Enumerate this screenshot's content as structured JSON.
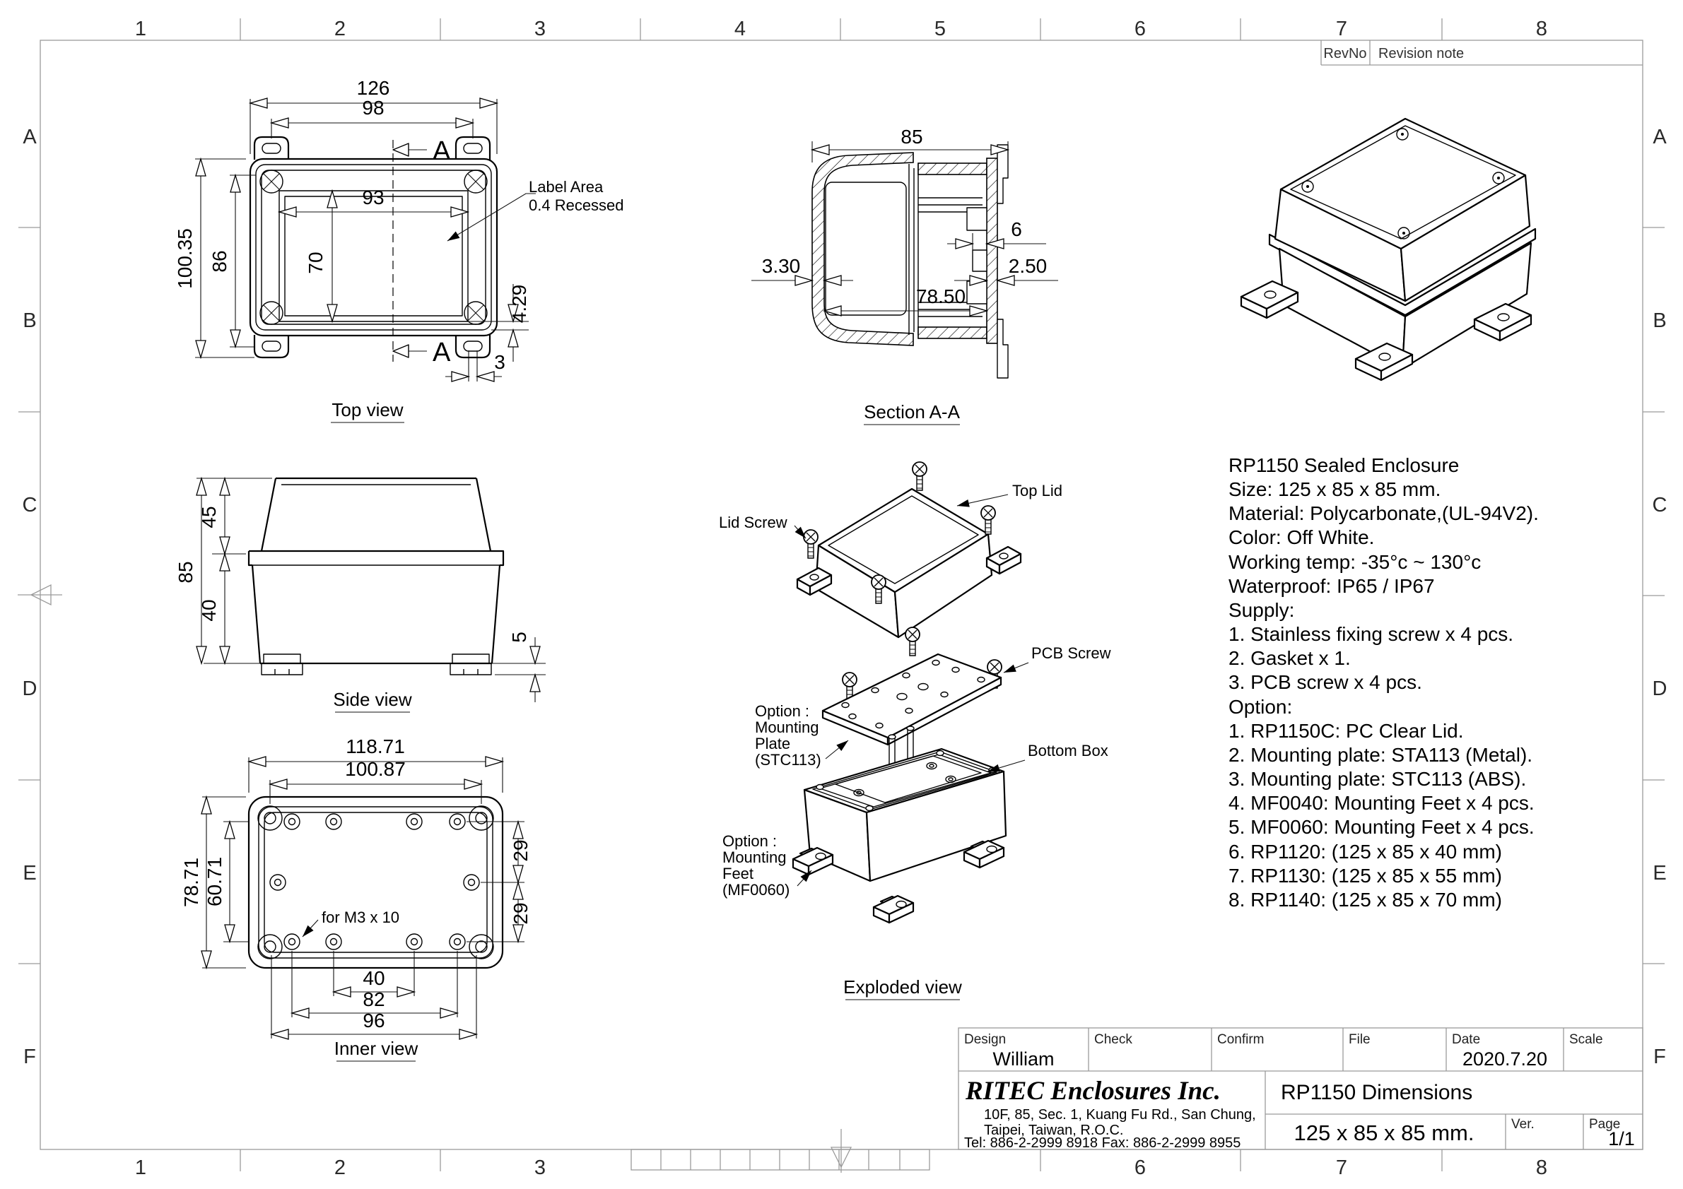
{
  "sheet": {
    "zone_numbers": [
      "1",
      "2",
      "3",
      "4",
      "5",
      "6",
      "7",
      "8"
    ],
    "zone_numbers_bottom": [
      "1",
      "2",
      "3",
      "6",
      "7",
      "8"
    ],
    "zone_letters": [
      "A",
      "B",
      "C",
      "D",
      "E",
      "F"
    ],
    "rev_no_label": "RevNo",
    "revision_note_label": "Revision note"
  },
  "top_view": {
    "caption": "Top view",
    "dim_overall_width": "126",
    "dim_hole_spacing": "98",
    "dim_label_width": "93",
    "dim_label_height": "70",
    "dim_overall_depth": "100.35",
    "dim_body_depth": "86",
    "dim_recess_step": "4.29",
    "dim_slot": "3",
    "section_letter": "A",
    "label_area_line1": "Label Area",
    "label_area_line2": "0.4 Recessed"
  },
  "section_view": {
    "caption": "Section A-A",
    "dim_depth": "85",
    "dim_lip": "6",
    "dim_lid_wall": "3.30",
    "dim_box_wall": "2.50",
    "dim_inner_depth": "78.50"
  },
  "side_view": {
    "caption": "Side view",
    "dim_total_height": "85",
    "dim_lid_height": "45",
    "dim_body_height": "40",
    "dim_foot_height": "5"
  },
  "inner_view": {
    "caption": "Inner view",
    "dim_outer_width": "118.71",
    "dim_boss_width": "100.87",
    "dim_outer_height": "78.71",
    "dim_boss_height": "60.71",
    "dim_row_top": "29",
    "dim_row_bottom": "29",
    "dim_center_spacing": "40",
    "dim_mid_spacing": "82",
    "dim_outer_spacing": "96",
    "note_thread": "for M3 x 10"
  },
  "exploded_view": {
    "caption": "Exploded view",
    "label_lid_screw": "Lid Screw",
    "label_top_lid": "Top Lid",
    "label_pcb_screw": "PCB Screw",
    "label_bottom_box": "Bottom Box",
    "plate_option_line1": "Option :",
    "plate_option_line2": "Mounting",
    "plate_option_line3": "Plate",
    "plate_option_line4": "(STC113)",
    "feet_option_line1": "Option :",
    "feet_option_line2": "Mounting",
    "feet_option_line3": "Feet",
    "feet_option_line4": "(MF0060)"
  },
  "specs": {
    "lines": [
      "RP1150 Sealed Enclosure",
      "Size: 125 x 85 x 85 mm.",
      "Material: Polycarbonate,(UL-94V2).",
      "Color: Off White.",
      "Working temp: -35°c ~ 130°c",
      "Waterproof: IP65 / IP67",
      "Supply:",
      "1. Stainless fixing screw x 4 pcs.",
      "2. Gasket x 1.",
      "3. PCB screw x 4 pcs.",
      "Option:",
      "1. RP1150C: PC Clear Lid.",
      "2. Mounting plate: STA113 (Metal).",
      "3. Mounting plate: STC113 (ABS).",
      "4. MF0040: Mounting Feet x 4 pcs.",
      "5. MF0060: Mounting Feet x 4 pcs.",
      "6. RP1120: (125 x 85 x 40 mm)",
      "7. RP1130: (125 x 85 x 55 mm)",
      "8. RP1140: (125 x 85 x 70 mm)"
    ]
  },
  "title_block": {
    "design_label": "Design",
    "design_value": "William",
    "check_label": "Check",
    "confirm_label": "Confirm",
    "file_label": "File",
    "date_label": "Date",
    "date_value": "2020.7.20",
    "scale_label": "Scale",
    "company_name": "RITEC Enclosures Inc.",
    "company_address_line1": "10F, 85, Sec. 1, Kuang Fu Rd., San Chung,",
    "company_address_line2": "Taipei, Taiwan, R.O.C.",
    "company_contact": "Tel: 886-2-2999 8918   Fax: 886-2-2999 8955",
    "drawing_title": "RP1150 Dimensions",
    "drawing_size": "125 x 85 x 85 mm.",
    "ver_label": "Ver.",
    "page_label": "Page",
    "page_value": "1/1"
  }
}
